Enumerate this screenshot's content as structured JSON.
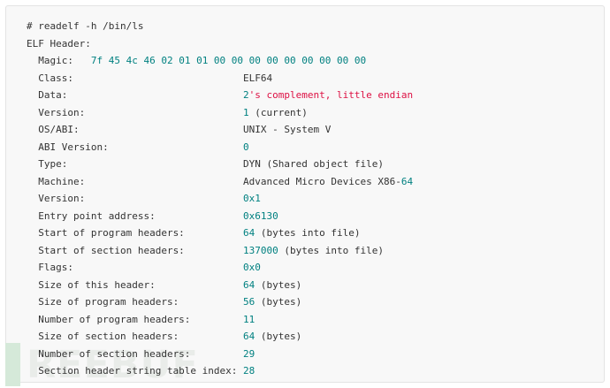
{
  "colors": {
    "background": "#f8f8f8",
    "border": "#e3e3e3",
    "text": "#333333",
    "number": "#008080",
    "string": "#dd1144",
    "watermark_bar": "#d5e9d9",
    "watermark_text": "#e9ece9"
  },
  "terminal": {
    "command_line": "# readelf -h /bin/ls",
    "lines": [
      [
        [
          "p",
          "# readelf -h /bin/ls"
        ]
      ],
      [
        [
          "p",
          "ELF Header:"
        ]
      ],
      [
        [
          "p",
          "  Magic:   "
        ],
        [
          "n",
          "7f 45 4c 46 02 01 01 00 00 00 00 00 00 00 00 00"
        ]
      ],
      [
        [
          "p",
          "  Class:                             ELF64"
        ]
      ],
      [
        [
          "p",
          "  Data:                              "
        ],
        [
          "n",
          "2"
        ],
        [
          "s",
          "'s complement, little endian"
        ]
      ],
      [
        [
          "p",
          "  Version:                           "
        ],
        [
          "n",
          "1"
        ],
        [
          "p",
          " (current)"
        ]
      ],
      [
        [
          "p",
          "  OS/ABI:                            UNIX - System V"
        ]
      ],
      [
        [
          "p",
          "  ABI Version:                       "
        ],
        [
          "n",
          "0"
        ]
      ],
      [
        [
          "p",
          "  Type:                              DYN (Shared object file)"
        ]
      ],
      [
        [
          "p",
          "  Machine:                           Advanced Micro Devices X86-"
        ],
        [
          "n",
          "64"
        ]
      ],
      [
        [
          "p",
          "  Version:                           "
        ],
        [
          "n",
          "0x1"
        ]
      ],
      [
        [
          "p",
          "  Entry point address:               "
        ],
        [
          "n",
          "0x6130"
        ]
      ],
      [
        [
          "p",
          "  Start of program headers:          "
        ],
        [
          "n",
          "64"
        ],
        [
          "p",
          " (bytes into file)"
        ]
      ],
      [
        [
          "p",
          "  Start of section headers:          "
        ],
        [
          "n",
          "137000"
        ],
        [
          "p",
          " (bytes into file)"
        ]
      ],
      [
        [
          "p",
          "  Flags:                             "
        ],
        [
          "n",
          "0x0"
        ]
      ],
      [
        [
          "p",
          "  Size of this header:               "
        ],
        [
          "n",
          "64"
        ],
        [
          "p",
          " (bytes)"
        ]
      ],
      [
        [
          "p",
          "  Size of program headers:           "
        ],
        [
          "n",
          "56"
        ],
        [
          "p",
          " (bytes)"
        ]
      ],
      [
        [
          "p",
          "  Number of program headers:         "
        ],
        [
          "n",
          "11"
        ]
      ],
      [
        [
          "p",
          "  Size of section headers:           "
        ],
        [
          "n",
          "64"
        ],
        [
          "p",
          " (bytes)"
        ]
      ],
      [
        [
          "p",
          "  Number of section headers:         "
        ],
        [
          "n",
          "29"
        ]
      ],
      [
        [
          "p",
          "  Section header string table index: "
        ],
        [
          "n",
          "28"
        ]
      ]
    ]
  },
  "watermark": {
    "visible_text": "REEBUF"
  }
}
